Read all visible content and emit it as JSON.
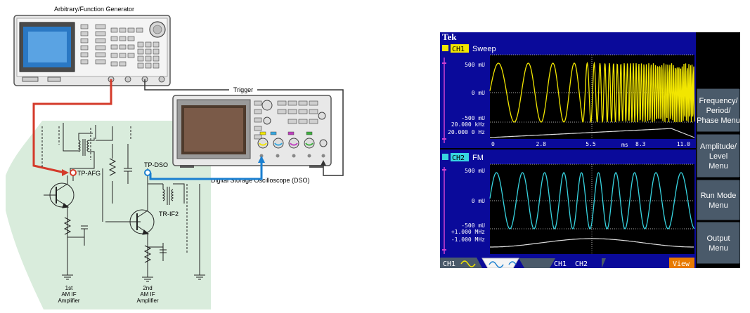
{
  "colors": {
    "ch1": "#f2e600",
    "ch2": "#37d4e0",
    "ch1_background": "#0a0a9a",
    "ch2_background": "#0a0a9a",
    "sidebar": "#4a5a6a",
    "afg_cable": "#d43a2a",
    "dso_cable": "#1a7fd0",
    "trigger_cable": "#333333",
    "circuit_region": "#d9ecdc"
  },
  "diagram": {
    "afg_label": "Arbitrary/Function Generator",
    "trigger_label": "Trigger",
    "dso_label": "Digital Storage Oscilloscope (DSO)",
    "tp_afg": "TP-AFG",
    "tp_dso": "TP-DSO",
    "tr_if2": "TR-IF2",
    "amp1": [
      "1st",
      "AM IF",
      "Amplifier"
    ],
    "amp2": [
      "2nd",
      "AM IF",
      "Amplifier"
    ]
  },
  "scope": {
    "brand": "Tek",
    "ch1": {
      "badge": "CH1",
      "title": "Sweep",
      "y_top": "500 mU",
      "y_mid": "0 mU",
      "y_bot": "-500 mU",
      "sweep_hi": "20.000 kHz",
      "sweep_lo": "20.000 0 Hz",
      "x_ticks": [
        "0",
        "2.8",
        "5.5",
        "8.3",
        "11.0"
      ],
      "x_unit": "ms"
    },
    "ch2": {
      "badge": "CH2",
      "title": "FM",
      "y_top": "500 mU",
      "y_mid": "0 mU",
      "y_bot": "-500 mU",
      "fm_hi": "+1.000 MHz",
      "fm_lo": "-1.000 MHz"
    },
    "menu": [
      {
        "lines": [
          "Frequency/",
          "Period/",
          "Phase Menu"
        ]
      },
      {
        "lines": [
          "Amplitude/",
          "Level",
          "Menu"
        ]
      },
      {
        "lines": [
          "Run Mode",
          "Menu"
        ]
      },
      {
        "lines": [
          "Output",
          "Menu"
        ]
      }
    ],
    "bottom_tabs": {
      "ch1": "CH1",
      "ch1b": "CH1",
      "ch2": "CH2",
      "view": "View"
    }
  }
}
